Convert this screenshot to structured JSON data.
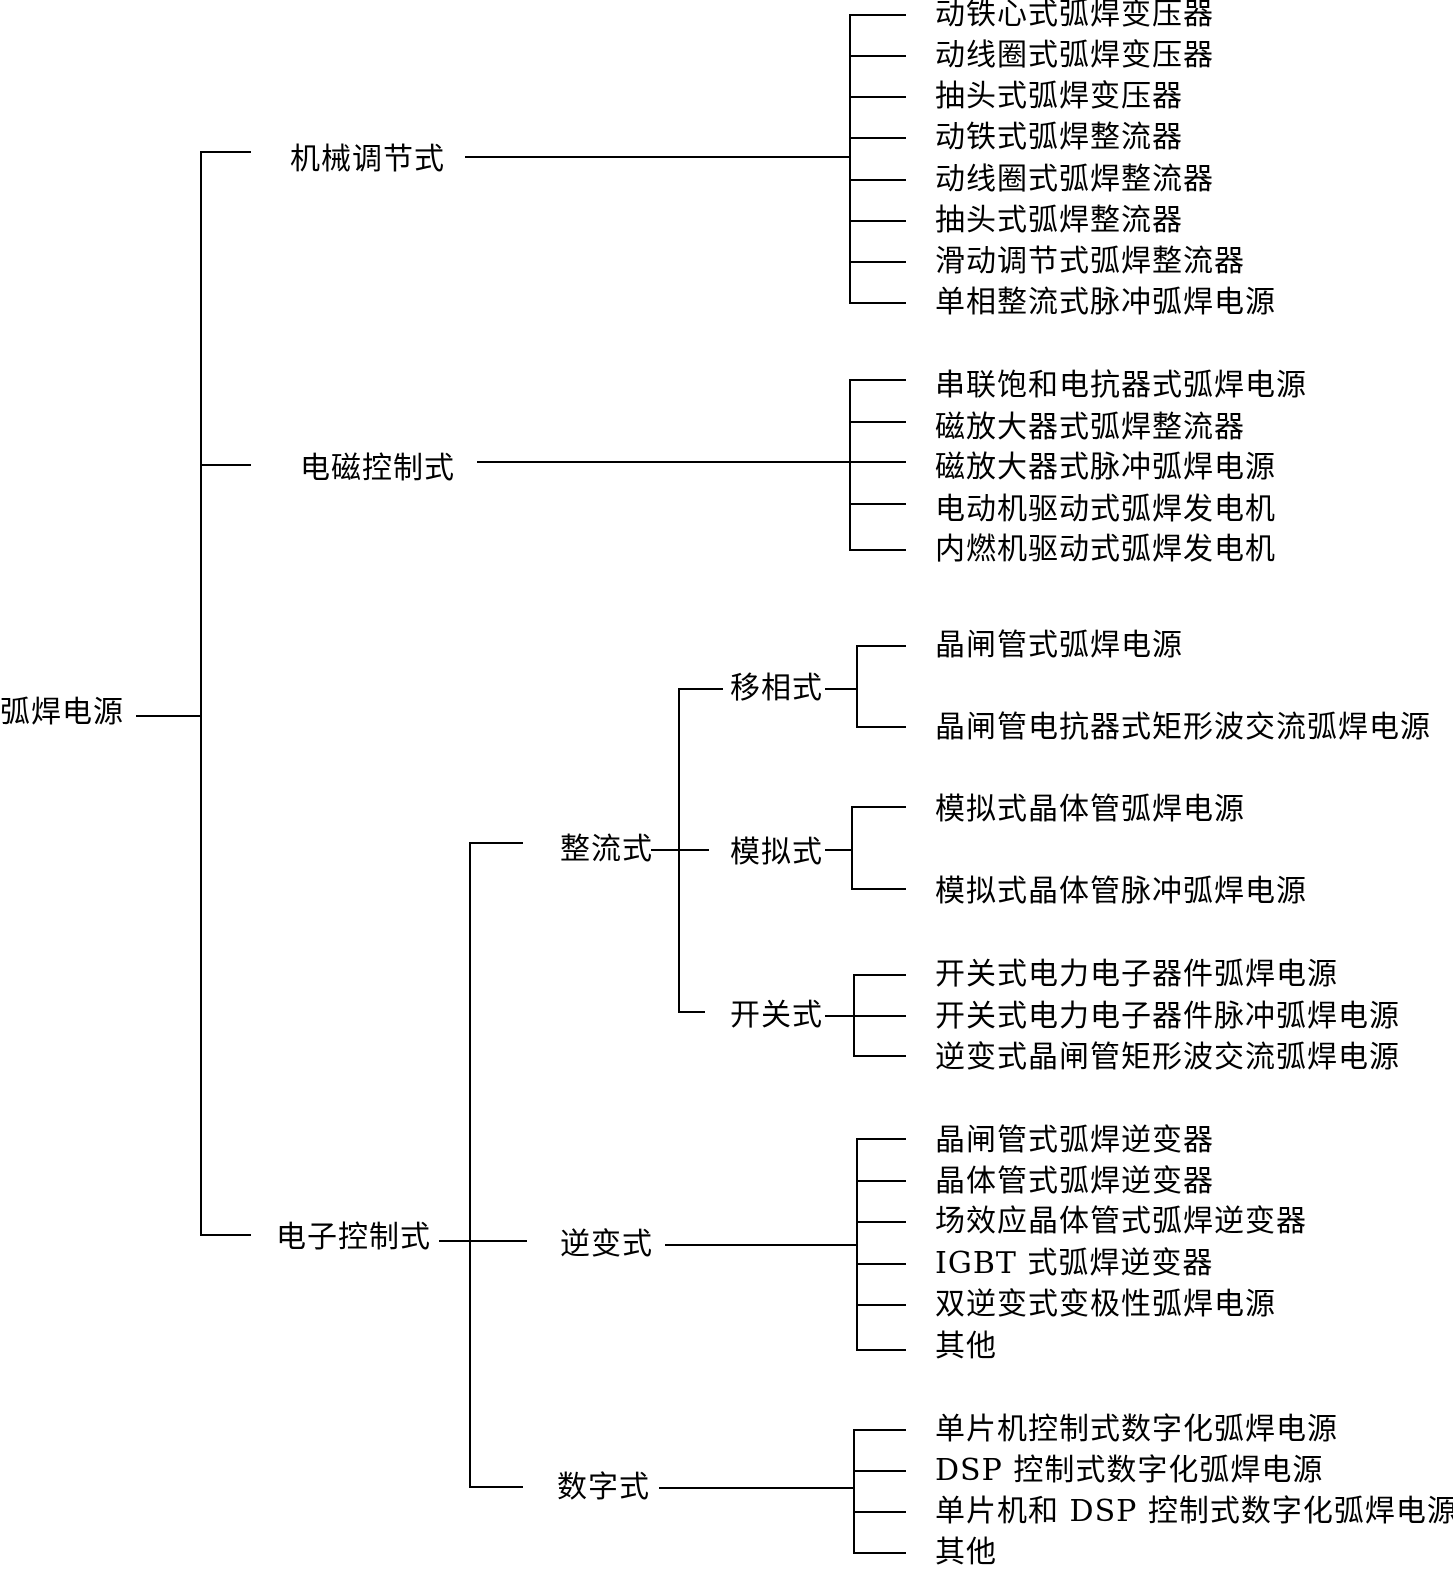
{
  "tree": {
    "root": "弧焊电源",
    "mechanical": {
      "label": "机械调节式",
      "items": [
        "动铁心式弧焊变压器",
        "动线圈式弧焊变压器",
        "抽头式弧焊变压器",
        "动铁式弧焊整流器",
        "动线圈式弧焊整流器",
        "抽头式弧焊整流器",
        "滑动调节式弧焊整流器",
        "单相整流式脉冲弧焊电源"
      ]
    },
    "electromagnetic": {
      "label": "电磁控制式",
      "items": [
        "串联饱和电抗器式弧焊电源",
        "磁放大器式弧焊整流器",
        "磁放大器式脉冲弧焊电源",
        "电动机驱动式弧焊发电机",
        "内燃机驱动式弧焊发电机"
      ]
    },
    "electronic": {
      "label": "电子控制式",
      "rectifier": {
        "label": "整流式",
        "phase_shift": {
          "label": "移相式",
          "items": [
            "晶闸管式弧焊电源",
            "晶闸管电抗器式矩形波交流弧焊电源"
          ]
        },
        "analog": {
          "label": "模拟式",
          "items": [
            "模拟式晶体管弧焊电源",
            "模拟式晶体管脉冲弧焊电源"
          ]
        },
        "switching": {
          "label": "开关式",
          "items": [
            "开关式电力电子器件弧焊电源",
            "开关式电力电子器件脉冲弧焊电源",
            "逆变式晶闸管矩形波交流弧焊电源"
          ]
        }
      },
      "inverter": {
        "label": "逆变式",
        "items": [
          "晶闸管式弧焊逆变器",
          "晶体管式弧焊逆变器",
          "场效应晶体管式弧焊逆变器",
          "IGBT 式弧焊逆变器",
          "双逆变式变极性弧焊电源",
          "其他"
        ]
      },
      "digital": {
        "label": "数字式",
        "items": [
          "单片机控制式数字化弧焊电源",
          "DSP 控制式数字化弧焊电源",
          "单片机和 DSP 控制式数字化弧焊电源",
          "其他"
        ]
      }
    }
  }
}
